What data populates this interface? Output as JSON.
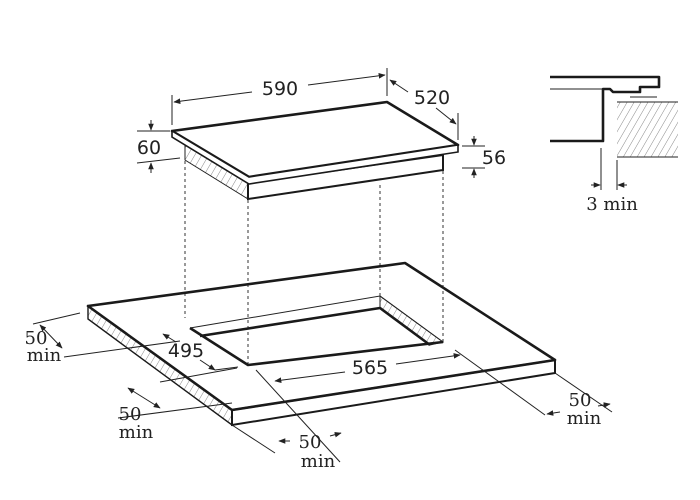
{
  "diagram": {
    "hob": {
      "width": "590",
      "depth": "520",
      "height_total": "60",
      "height_body": "56"
    },
    "cutout": {
      "width": "565",
      "depth": "495"
    },
    "clearances": {
      "back": {
        "value": "50",
        "unit": "min"
      },
      "front": {
        "value": "50",
        "unit": "min"
      },
      "left": {
        "value": "50",
        "unit": "min"
      },
      "right": {
        "value": "50",
        "unit": "min"
      }
    },
    "detail": {
      "gap_value": "3",
      "gap_unit": "min",
      "label": "3 min"
    }
  }
}
